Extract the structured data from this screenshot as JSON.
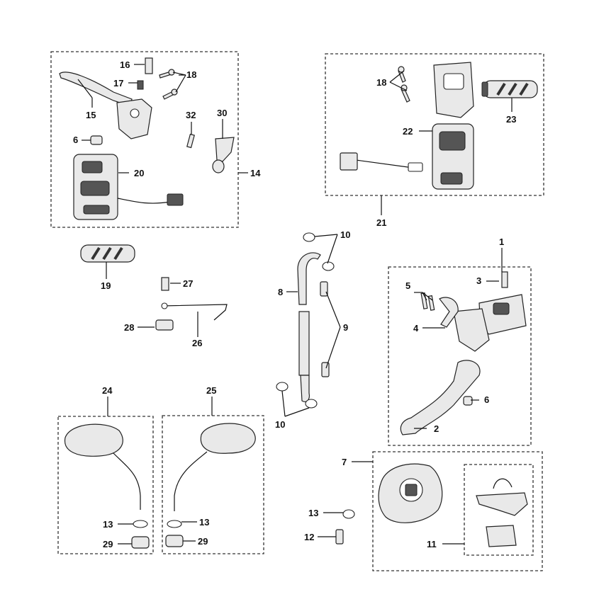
{
  "labels": {
    "l1": "1",
    "l2": "2",
    "l3": "3",
    "l4": "4",
    "l5": "5",
    "l6a": "6",
    "l6b": "6",
    "l7": "7",
    "l8": "8",
    "l9": "9",
    "l10a": "10",
    "l10b": "10",
    "l11": "11",
    "l12": "12",
    "l13a": "13",
    "l13b": "13",
    "l13c": "13",
    "l14": "14",
    "l15": "15",
    "l16": "16",
    "l17": "17",
    "l18a": "18",
    "l18b": "18",
    "l19": "19",
    "l20": "20",
    "l21": "21",
    "l22": "22",
    "l23": "23",
    "l24": "24",
    "l25": "25",
    "l26": "26",
    "l27": "27",
    "l28": "28",
    "l29a": "29",
    "l29b": "29",
    "l30": "30",
    "l32": "32"
  }
}
